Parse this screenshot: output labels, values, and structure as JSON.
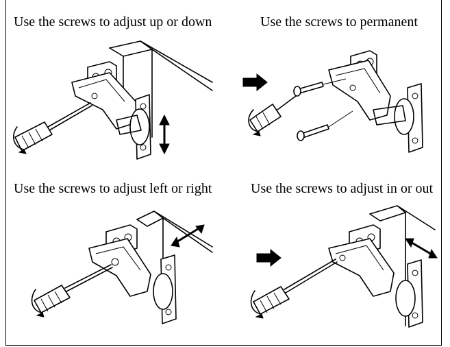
{
  "panels": {
    "top_left": {
      "caption": "Use the screws to adjust up or down"
    },
    "top_right": {
      "caption": "Use the screws to permanent"
    },
    "bottom_left": {
      "caption": "Use the screws to adjust left or right"
    },
    "bottom_right": {
      "caption": "Use the screws to adjust in or out"
    }
  },
  "colors": {
    "line": "#000000",
    "background": "#ffffff"
  }
}
